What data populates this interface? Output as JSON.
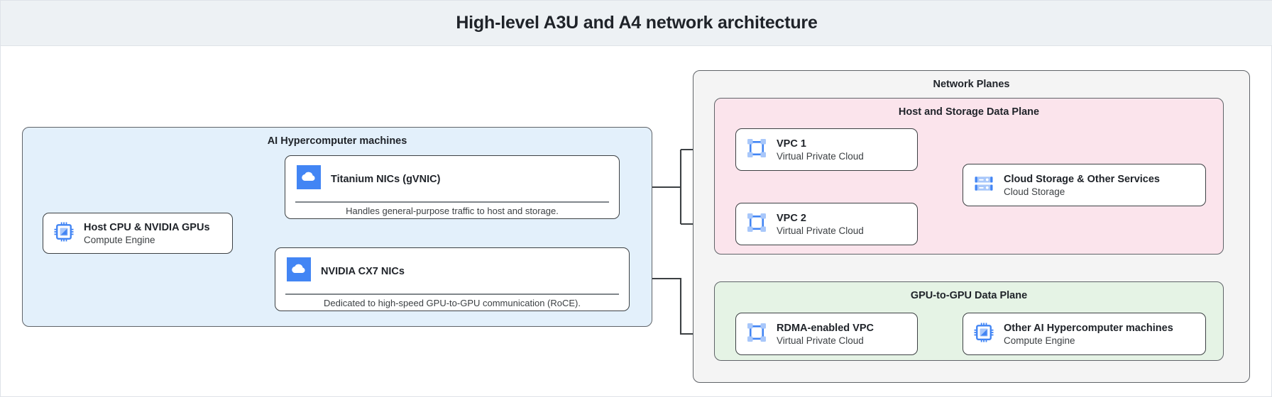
{
  "header": {
    "title": "High-level A3U and A4 network architecture"
  },
  "left_group": {
    "title": "AI Hypercomputer machines",
    "fill": "#e3f0fb",
    "host": {
      "icon": "cpu-chip-icon",
      "title": "Host CPU & NVIDIA GPUs",
      "subtitle": "Compute Engine"
    },
    "nics": [
      {
        "icon": "cloud-icon",
        "title": "Titanium NICs (gVNIC)",
        "description": "Handles general-purpose traffic to host and storage."
      },
      {
        "icon": "cloud-icon",
        "title": "NVIDIA CX7 NICs",
        "description": "Dedicated to high-speed GPU-to-GPU communication (RoCE)."
      }
    ]
  },
  "network_planes": {
    "title": "Network Planes",
    "fill": "#f4f4f4",
    "host_storage_plane": {
      "title": "Host and Storage Data Plane",
      "fill": "#fbe4ec",
      "nodes": [
        {
          "icon": "vpc-icon",
          "title": "VPC 1",
          "subtitle": "Virtual Private Cloud"
        },
        {
          "icon": "vpc-icon",
          "title": "VPC 2",
          "subtitle": "Virtual Private Cloud"
        },
        {
          "icon": "storage-icon",
          "title": "Cloud Storage & Other Services",
          "subtitle": "Cloud Storage"
        }
      ]
    },
    "gpu_plane": {
      "title": "GPU-to-GPU Data Plane",
      "fill": "#e5f3e5",
      "nodes": [
        {
          "icon": "vpc-icon",
          "title": "RDMA-enabled VPC",
          "subtitle": "Virtual Private Cloud"
        },
        {
          "icon": "cpu-chip-icon",
          "title": "Other AI Hypercomputer machines",
          "subtitle": "Compute Engine"
        }
      ]
    }
  },
  "colors": {
    "icon_blue": "#4285f4",
    "icon_blue_light": "#a8c7fa",
    "stroke": "#3c4043",
    "header_bg": "#edf1f4",
    "page_bg": "#ffffff"
  }
}
